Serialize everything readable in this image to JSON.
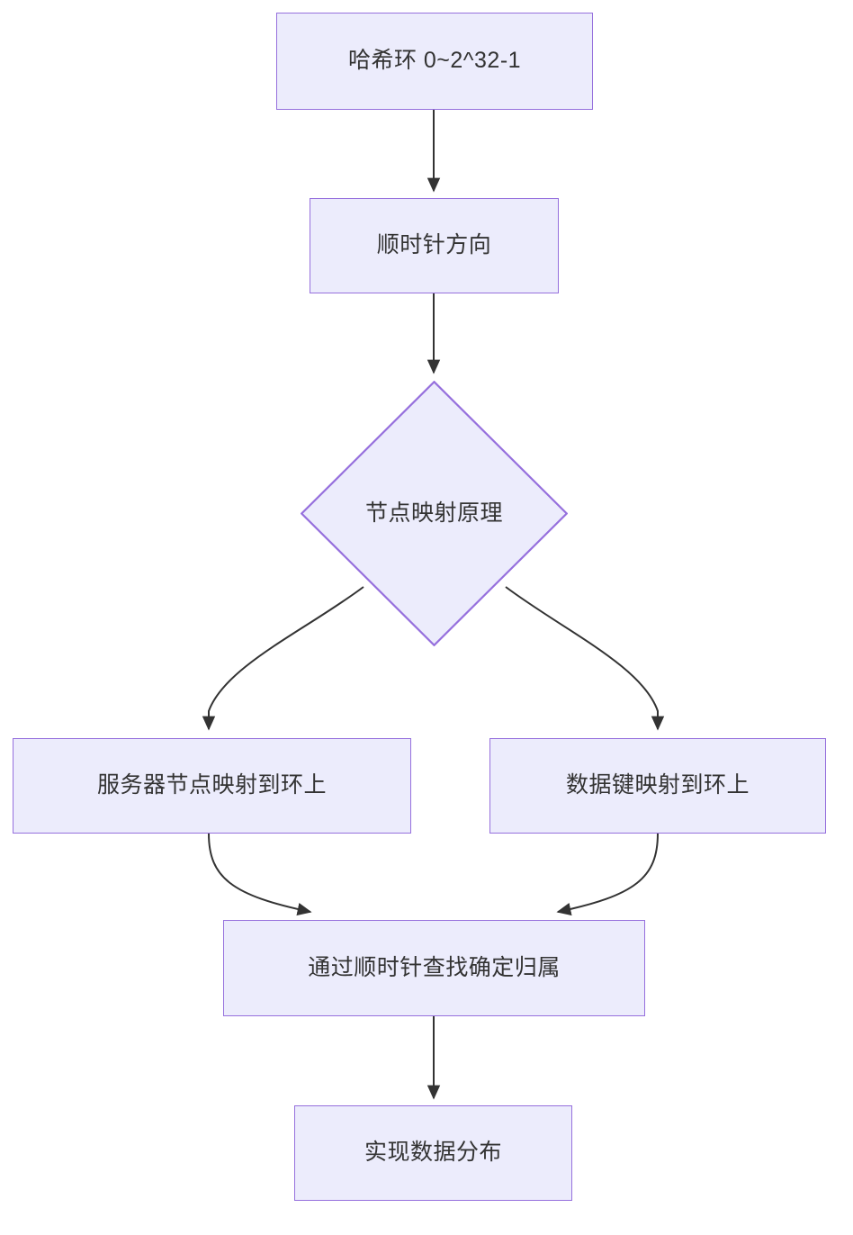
{
  "diagram": {
    "type": "flowchart",
    "direction": "top-down",
    "theme": {
      "node_fill": "#ececfc",
      "node_stroke": "#9670dd",
      "text_color": "#333333",
      "edge_color": "#333333",
      "background": "#ffffff"
    },
    "nodes": [
      {
        "id": "hash-ring",
        "label": "哈希环 0~2^32-1",
        "shape": "rectangle"
      },
      {
        "id": "clockwise",
        "label": "顺时针方向",
        "shape": "rectangle"
      },
      {
        "id": "mapping",
        "label": "节点映射原理",
        "shape": "diamond"
      },
      {
        "id": "server-map",
        "label": "服务器节点映射到环上",
        "shape": "rectangle"
      },
      {
        "id": "key-map",
        "label": "数据键映射到环上",
        "shape": "rectangle"
      },
      {
        "id": "lookup",
        "label": "通过顺时针查找确定归属",
        "shape": "rectangle"
      },
      {
        "id": "distribute",
        "label": "实现数据分布",
        "shape": "rectangle"
      }
    ],
    "edges": [
      {
        "from": "hash-ring",
        "to": "clockwise",
        "label": "",
        "style": "straight-arrow"
      },
      {
        "from": "clockwise",
        "to": "mapping",
        "label": "",
        "style": "straight-arrow"
      },
      {
        "from": "mapping",
        "to": "server-map",
        "label": "",
        "style": "curved-arrow"
      },
      {
        "from": "mapping",
        "to": "key-map",
        "label": "",
        "style": "curved-arrow"
      },
      {
        "from": "server-map",
        "to": "lookup",
        "label": "",
        "style": "curved-arrow"
      },
      {
        "from": "key-map",
        "to": "lookup",
        "label": "",
        "style": "curved-arrow"
      },
      {
        "from": "lookup",
        "to": "distribute",
        "label": "",
        "style": "straight-arrow"
      }
    ]
  }
}
